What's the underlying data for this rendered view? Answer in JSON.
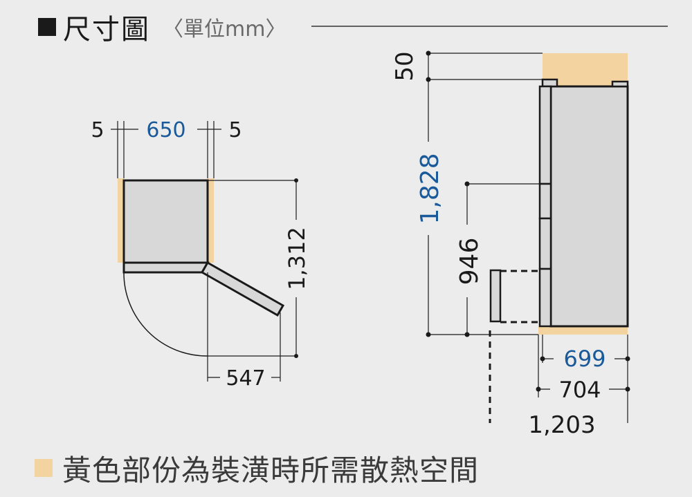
{
  "header": {
    "title": "尺寸圖",
    "unit": "〈單位mm〉"
  },
  "legend": {
    "text": "黃色部份為裝潢時所需散熱空間"
  },
  "top_view": {
    "width_left_clearance": "5",
    "width": "650",
    "width_right_clearance": "5",
    "door_open_depth": "1,312",
    "door_swing_width": "547"
  },
  "side_view": {
    "top_clearance": "50",
    "height": "1,828",
    "door_handle_height": "946",
    "depth_body": "699",
    "depth_with_door": "704",
    "depth_door_open": "1,203"
  },
  "colors": {
    "clearance_fill": "#f3d3a0",
    "body_fill": "#d8d8d8",
    "accent_blue": "#1a5a9a",
    "dimension_black": "#1a1a1a"
  }
}
